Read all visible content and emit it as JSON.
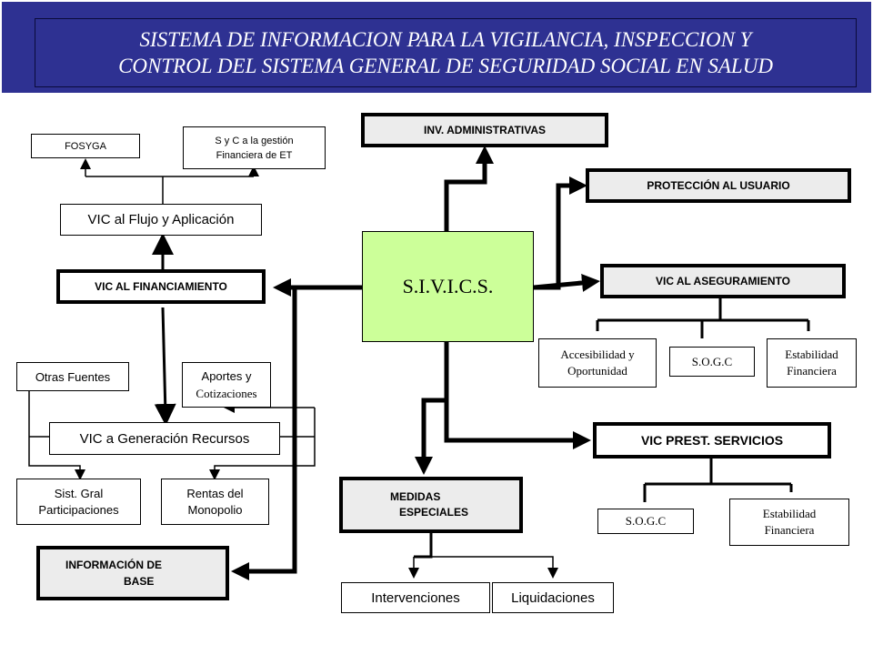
{
  "header": {
    "line1": "SISTEMA DE INFORMACION PARA LA VIGILANCIA, INSPECCION Y",
    "line2": "CONTROL DEL SISTEMA GENERAL DE SEGURIDAD SOCIAL EN SALUD"
  },
  "center": {
    "label": "S.I.V.I.C.S."
  },
  "nodes": {
    "inv_admin": "INV. ADMINISTRATIVAS",
    "proteccion": "PROTECCIÓN AL USUARIO",
    "vic_aseguramiento": "VIC AL ASEGURAMIENTO",
    "accesibilidad_1": "Accesibilidad y",
    "accesibilidad_2": "Oportunidad",
    "sogc_1": "S.O.G.C",
    "estabilidad_1a": "Estabilidad",
    "estabilidad_1b": "Financiera",
    "vic_prest": "VIC PREST. SERVICIOS",
    "sogc_2": "S.O.G.C",
    "estabilidad_2a": "Estabilidad",
    "estabilidad_2b": "Financiera",
    "medidas_1": "MEDIDAS",
    "medidas_2": "ESPECIALES",
    "intervenciones": "Intervenciones",
    "liquidaciones": "Liquidaciones",
    "fosyga": "FOSYGA",
    "syc_1": "S y C a la gestión",
    "syc_2": "Financiera  de ET",
    "vic_flujo": "VIC al Flujo y Aplicación",
    "vic_financiamiento": "VIC AL FINANCIAMIENTO",
    "otras_fuentes": "Otras  Fuentes",
    "aportes_1": "Aportes y",
    "aportes_2": "Cotizaciones",
    "vic_generacion": "VIC a Generación Recursos",
    "sist_1": "Sist. Gral",
    "sist_2": "Participaciones",
    "rentas_1": "Rentas del",
    "rentas_2": "Monopolio",
    "info_base_1": "INFORMACIÓN DE",
    "info_base_2": "BASE"
  },
  "colors": {
    "header_bg": "#2e3192",
    "center_bg": "#ccff99",
    "gray_box": "#ececec"
  }
}
